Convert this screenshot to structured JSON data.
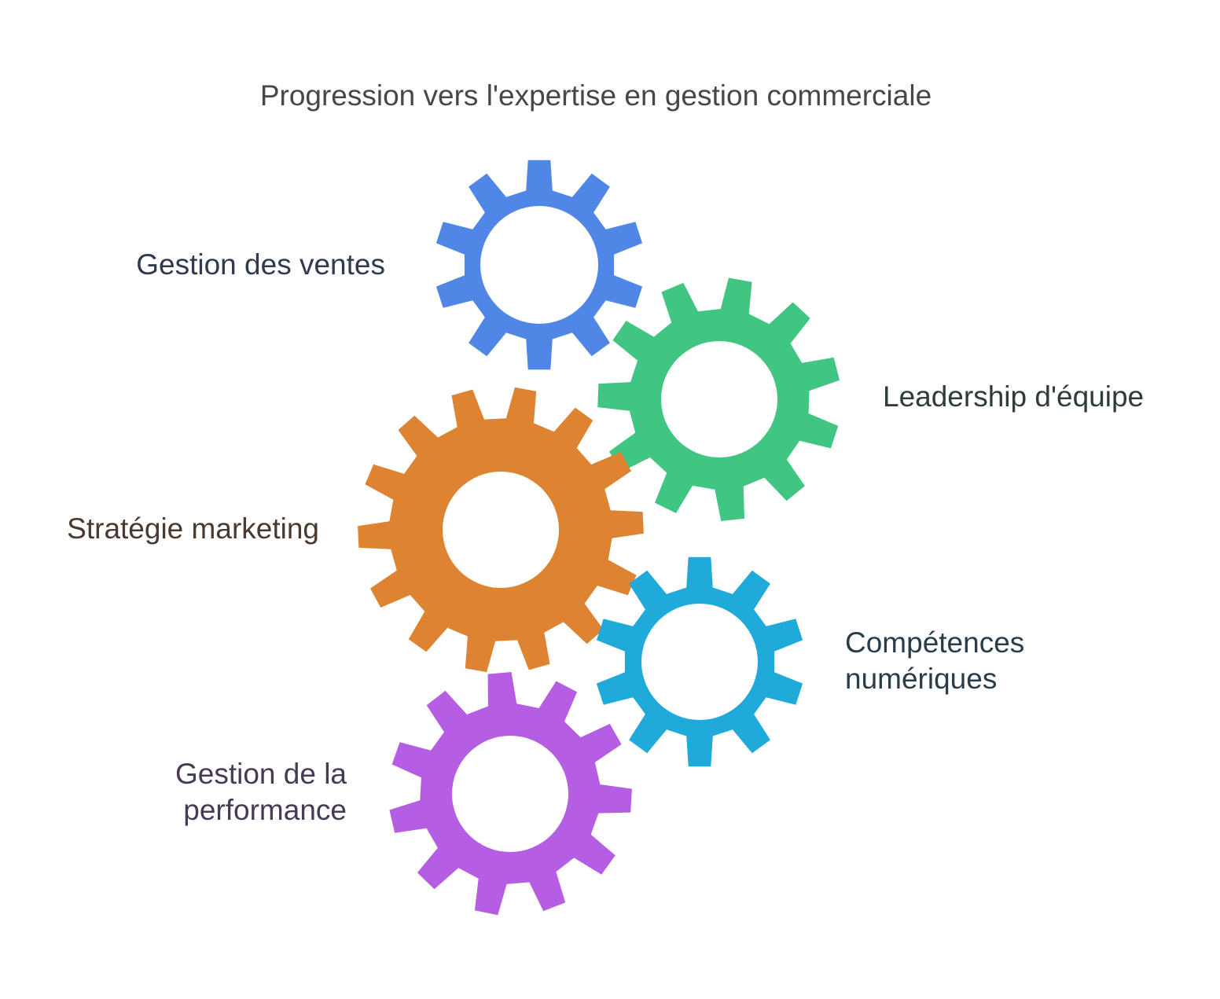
{
  "title": "Progression vers l'expertise en gestion commerciale",
  "gears": [
    {
      "id": "sales",
      "label": "Gestion des ventes",
      "color": "#5087e6",
      "teeth": 10
    },
    {
      "id": "leadership",
      "label": "Leadership d'équipe",
      "color": "#40c583",
      "teeth": 11
    },
    {
      "id": "marketing",
      "label": "Stratégie marketing",
      "color": "#dd8331",
      "teeth": 14
    },
    {
      "id": "digital",
      "label": "Compétences\nnumériques",
      "color": "#20aad9",
      "teeth": 10
    },
    {
      "id": "performance",
      "label": "Gestion de la\nperformance",
      "color": "#b55de3",
      "teeth": 11
    }
  ]
}
